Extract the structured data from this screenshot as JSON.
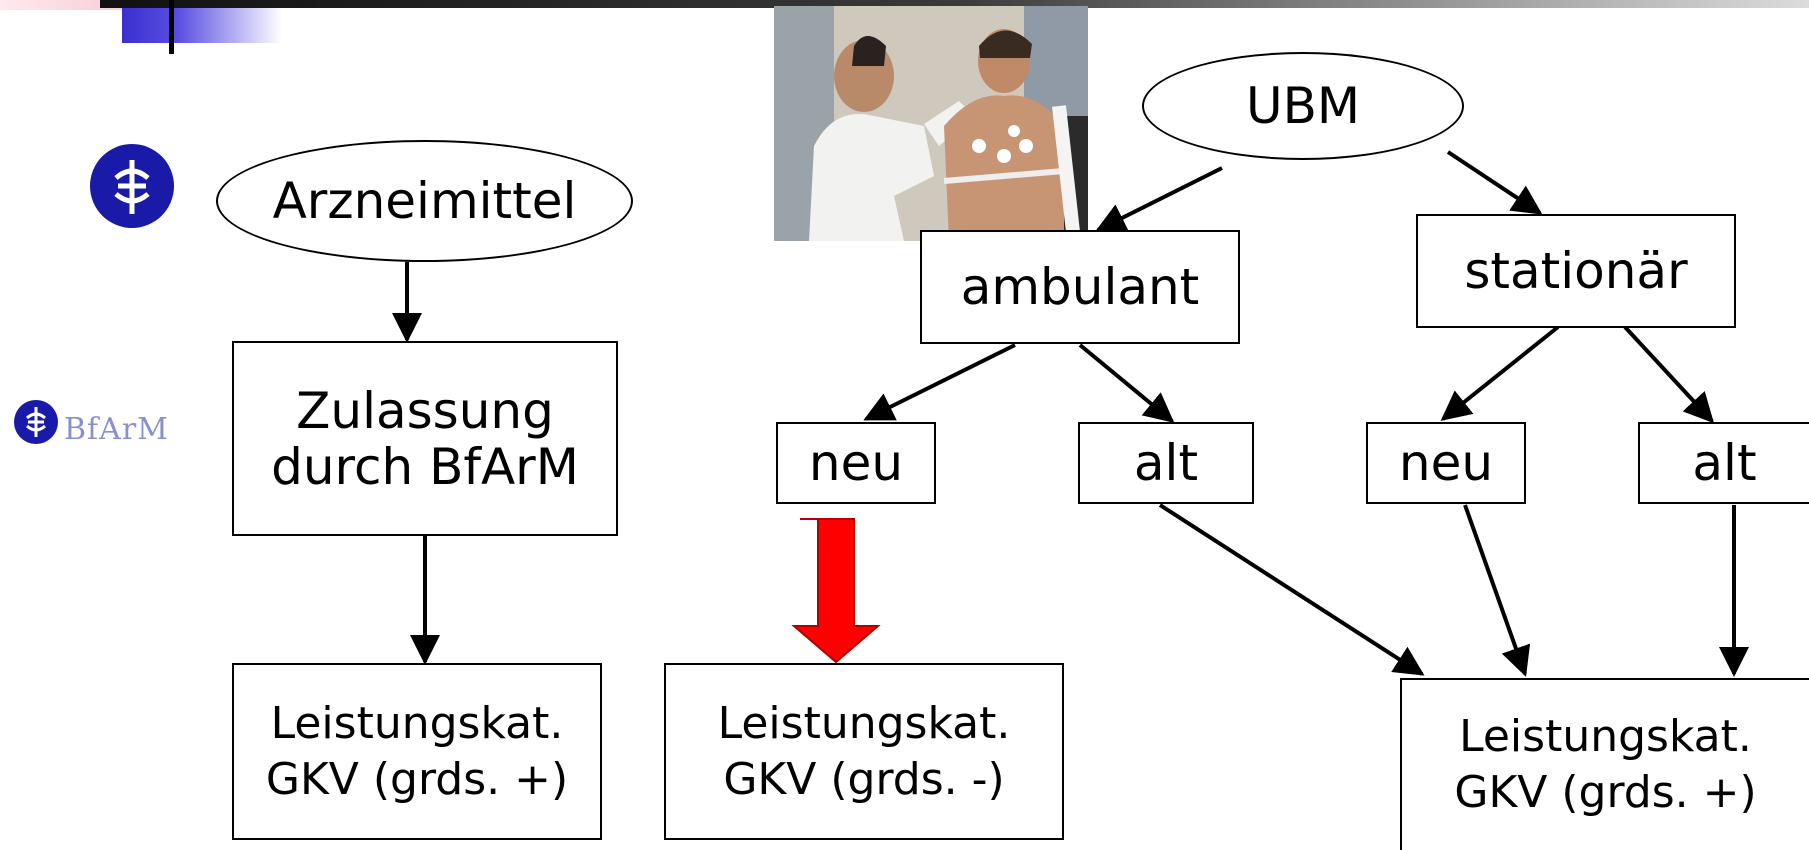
{
  "logos": {
    "bfarm_text": "BfArM"
  },
  "left_flow": {
    "arzneimittel": "Arzneimittel",
    "zulassung": "Zulassung\ndurch BfArM",
    "leistungskat_plus": "Leistungskat.\nGKV (grds. +)"
  },
  "right_flow": {
    "ubm": "UBM",
    "ambulant": "ambulant",
    "stationaer": "stationär",
    "amb_neu": "neu",
    "amb_alt": "alt",
    "stat_neu": "neu",
    "stat_alt": "alt",
    "leistungskat_minus": "Leistungskat.\nGKV (grds. -)",
    "leistungskat_plus_right": "Leistungskat.\nGKV (grds. +)"
  },
  "colors": {
    "accent_arrow": "#ff0000",
    "logo_blue": "#1a1aa8"
  }
}
